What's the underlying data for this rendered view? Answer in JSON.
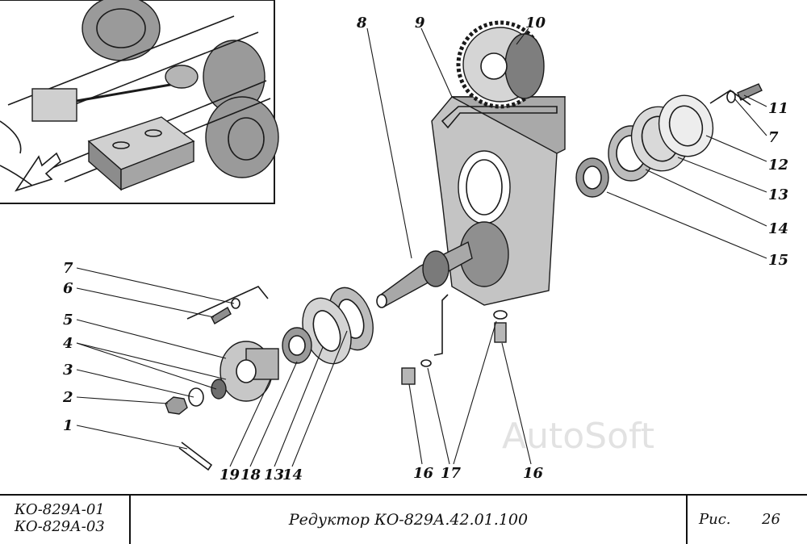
{
  "callouts": {
    "c1": "1",
    "c2": "2",
    "c3": "3",
    "c4": "4",
    "c5": "5",
    "c6": "6",
    "c7_left": "7",
    "c8": "8",
    "c9": "9",
    "c10": "10",
    "c11": "11",
    "c7_right": "7",
    "c12": "12",
    "c13_right": "13",
    "c14_right": "14",
    "c15": "15",
    "c16_left": "16",
    "c17": "17",
    "c16_right": "16",
    "c19": "19",
    "c18": "18",
    "c13_bottom": "13",
    "c14_bottom": "14"
  },
  "watermark": "AutoSoft",
  "title_block": {
    "model_1": "КО-829А-01",
    "model_2": "КО-829А-03",
    "title": "Редуктор КО-829А.42.01.100",
    "fig_label": "Рис.",
    "fig_number": "26"
  },
  "colors": {
    "ink": "#1a1a1a",
    "shade": "#bdbdbd",
    "background": "#ffffff"
  }
}
